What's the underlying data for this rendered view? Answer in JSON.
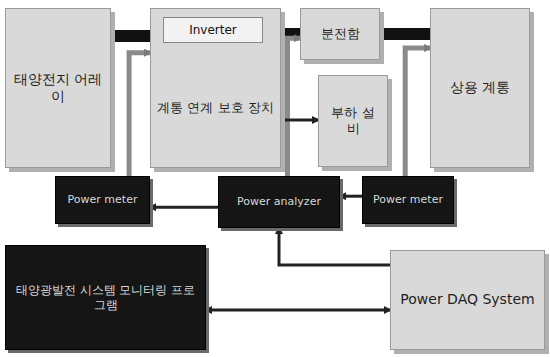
{
  "diagram": {
    "nodes": [
      {
        "text": [
          "태양전지 어레이"
        ]
      },
      {
        "text": [
          "계통 연계 보호 장치"
        ]
      },
      {
        "text": [
          "Inverter"
        ],
        "in": 1
      },
      {
        "text": [
          "분전함"
        ]
      },
      {
        "text": [
          "부하 설비"
        ]
      },
      {
        "text": [
          "상용 계통"
        ]
      },
      {
        "text": [
          "Power meter"
        ]
      },
      {
        "text": [
          "Power analyzer"
        ]
      },
      {
        "text": [
          "Power meter"
        ]
      },
      {
        "text": [
          "태양광발전 시스템 모니터링 프로그램"
        ]
      },
      {
        "text": [
          "Power DAQ System"
        ]
      }
    ],
    "edges": [
      {
        "from": 6,
        "to": 1,
        "arrow": "to"
      },
      {
        "from": 7,
        "to": 3,
        "arrow": "to"
      },
      {
        "from": 8,
        "to": 5,
        "arrow": "to"
      },
      {
        "from": 1,
        "to": 4,
        "arrow": "to"
      },
      {
        "from": 8,
        "to": 7,
        "arrow": "to"
      },
      {
        "from": 7,
        "to": 6,
        "arrow": "to"
      },
      {
        "from": 10,
        "to": 7,
        "arrow": "to"
      },
      {
        "from": 10,
        "to": 9,
        "arrow": "both"
      }
    ]
  }
}
